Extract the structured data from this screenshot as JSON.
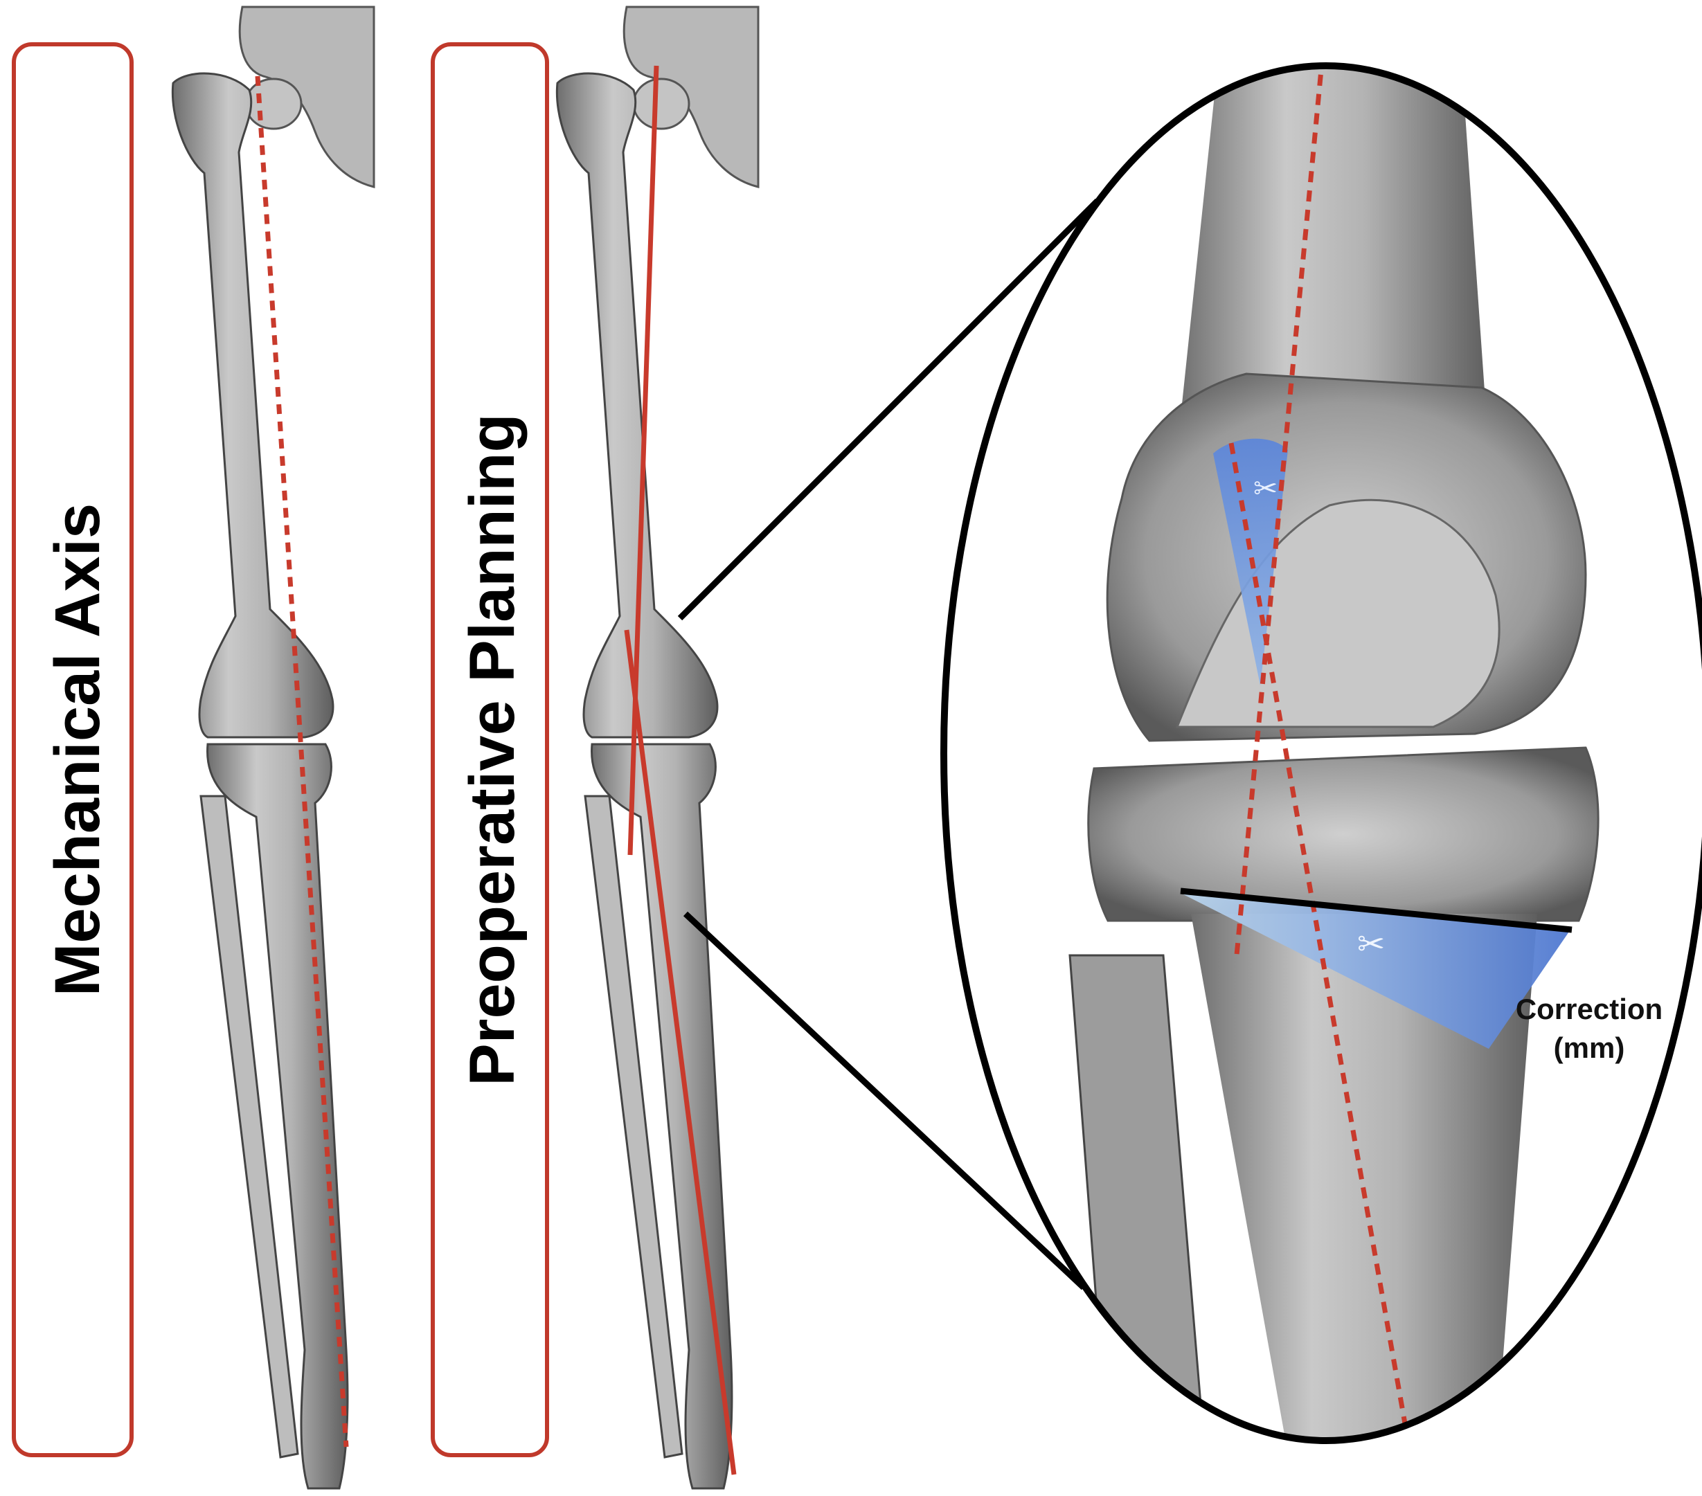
{
  "panels": [
    {
      "label": "Mechanical Axis"
    },
    {
      "label": "Preoperative Planning"
    }
  ],
  "zoom": {
    "annotation_line1": "Correction",
    "annotation_line2": "(mm)"
  },
  "colors": {
    "frame": "#c0392b",
    "axis_line": "#c83a2c",
    "wedge": "#5a87d6",
    "bone": "#a9a9a9",
    "outline": "#000000"
  }
}
